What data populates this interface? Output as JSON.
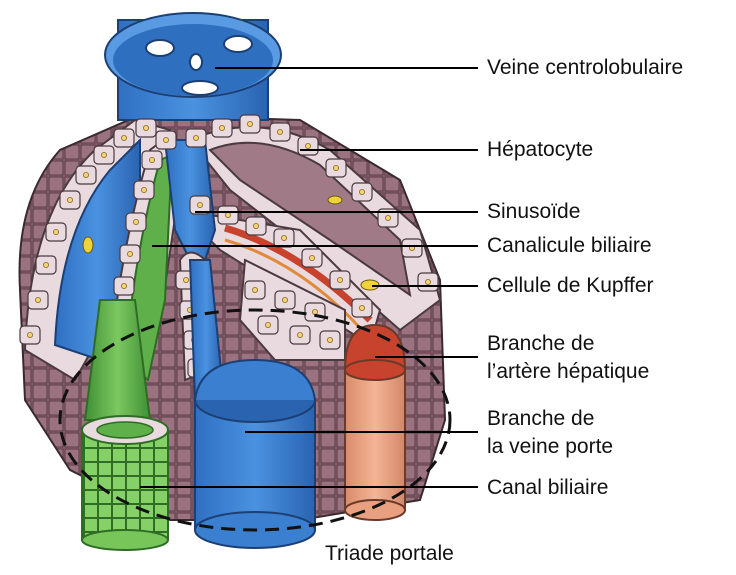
{
  "labels": {
    "central_vein": "Veine centrolobulaire",
    "hepatocyte": "Hépatocyte",
    "sinusoid": "Sinusoïde",
    "bile_canaliculus": "Canalicule biliaire",
    "kupffer_cell": "Cellule de Kupffer",
    "hepatic_artery": [
      "Branche de",
      "l’artère hépatique"
    ],
    "portal_vein": [
      "Branche de",
      "la veine porte"
    ],
    "bile_duct": "Canal biliaire",
    "portal_triad": "Triade portale"
  },
  "colors": {
    "vein_blue": "#3a7fd0",
    "vein_dark": "#1f5fae",
    "hepatocyte_fill": "#e8dadf",
    "hepatocyte_nucleus": "#f4d27a",
    "tissue_brown": "#7a5560",
    "bile_green": "#5fb04a",
    "artery_red": "#c8432d",
    "artery_tan": "#e9a080",
    "leader_line": "#000000"
  }
}
